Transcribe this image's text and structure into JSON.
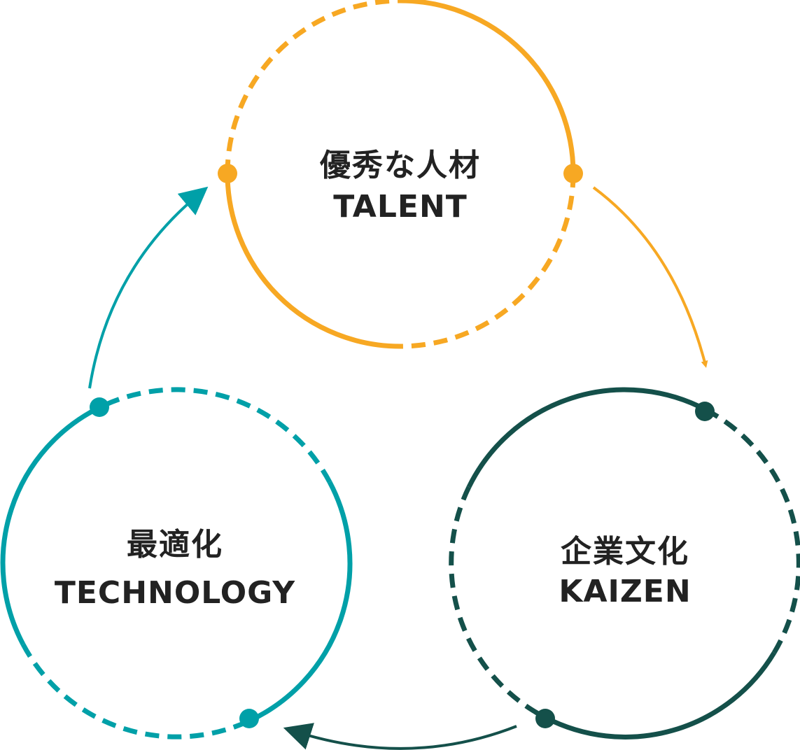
{
  "colors": {
    "talent": "#F7A823",
    "kaizen": "#14504A",
    "technology": "#00A0A8",
    "text": "#222222"
  },
  "nodes": [
    {
      "id": "talent",
      "jp": "優秀な人材",
      "en": "TALENT"
    },
    {
      "id": "kaizen",
      "jp": "企業文化",
      "en": "KAIZEN"
    },
    {
      "id": "technology",
      "jp": "最適化",
      "en": "TECHNOLOGY"
    }
  ],
  "edges": [
    {
      "from": "talent",
      "to": "kaizen"
    },
    {
      "from": "kaizen",
      "to": "technology"
    },
    {
      "from": "technology",
      "to": "talent"
    }
  ]
}
